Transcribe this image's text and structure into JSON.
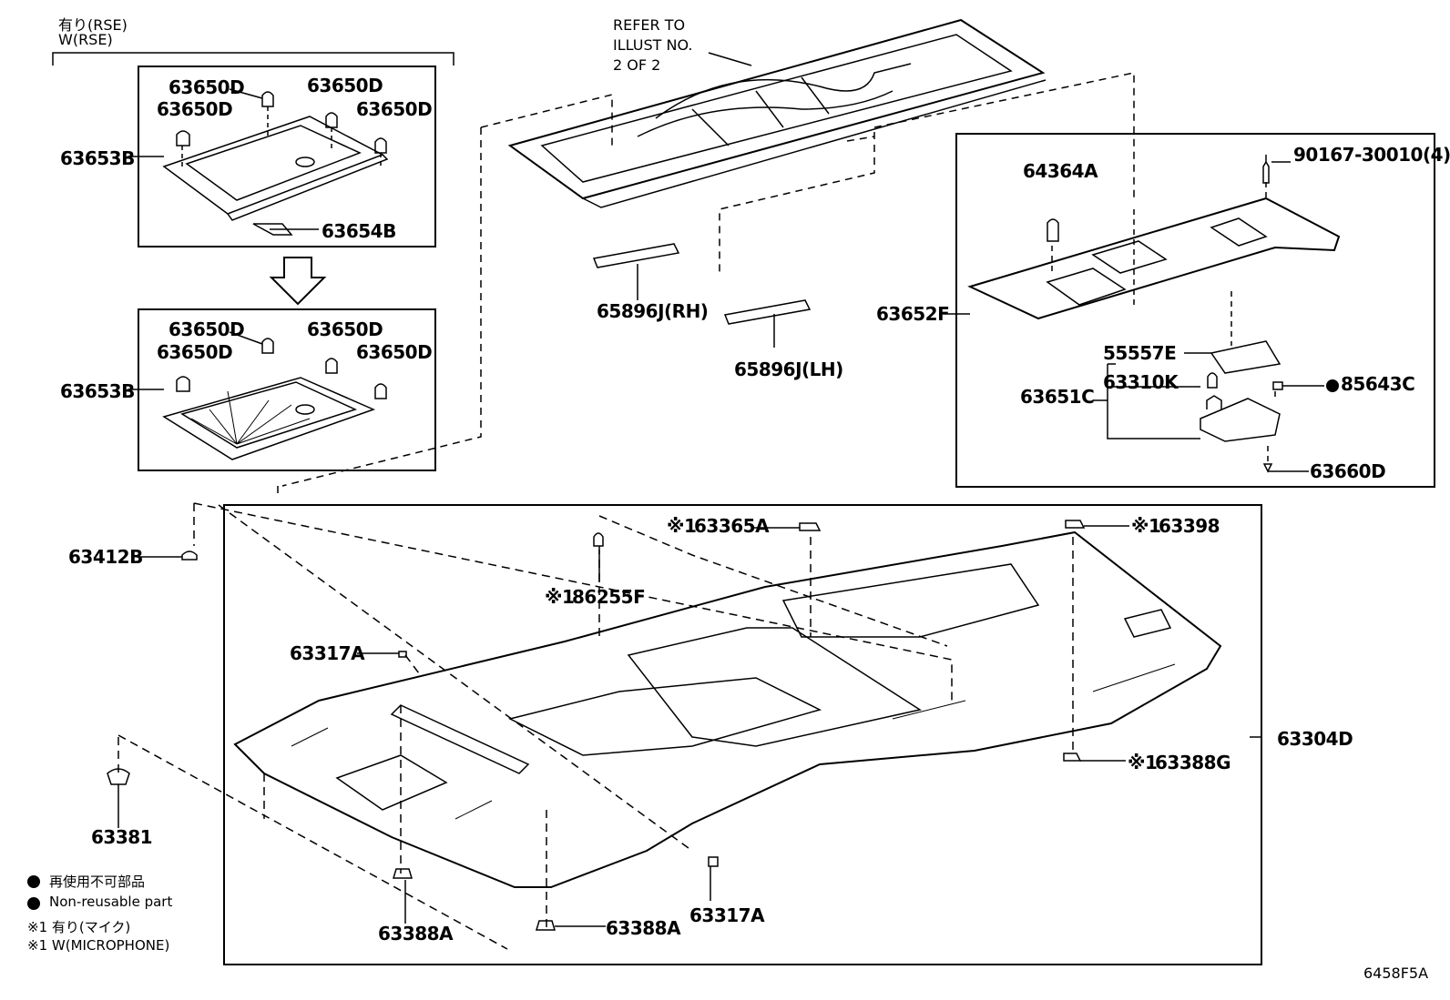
{
  "variant_top": {
    "line1": "有り(RSE)",
    "line2": "W(RSE)"
  },
  "refer_note": {
    "line1": "REFER TO",
    "line2": "ILLUST NO.",
    "line3": "2 OF 2"
  },
  "parts": {
    "p63650D": "63650D",
    "p63653B": "63653B",
    "p63654B": "63654B",
    "p63412B": "63412B",
    "p65896J_RH": "65896J(RH)",
    "p65896J_LH": "65896J(LH)",
    "p64364A": "64364A",
    "p90167": "90167-30010(4)",
    "p63652F": "63652F",
    "p55557E": "55557E",
    "p63310K": "63310K",
    "p85643C": "85643C",
    "p63651C": "63651C",
    "p63660D": "63660D",
    "p63365A": "63365A",
    "p63398": "63398",
    "p86255F": "86255F",
    "p63317A": "63317A",
    "p63304D": "63304D",
    "p63388G": "63388G",
    "p63381": "63381",
    "p63388A": "63388A"
  },
  "marks": {
    "ref1": "※1"
  },
  "legend": {
    "nonreusable_jp": "再使用不可部品",
    "nonreusable_en": "Non-reusable part",
    "ref1_jp": "※1 有り(マイク)",
    "ref1_en": "※1 W(MICROPHONE)"
  },
  "figure_id": "6458F5A"
}
